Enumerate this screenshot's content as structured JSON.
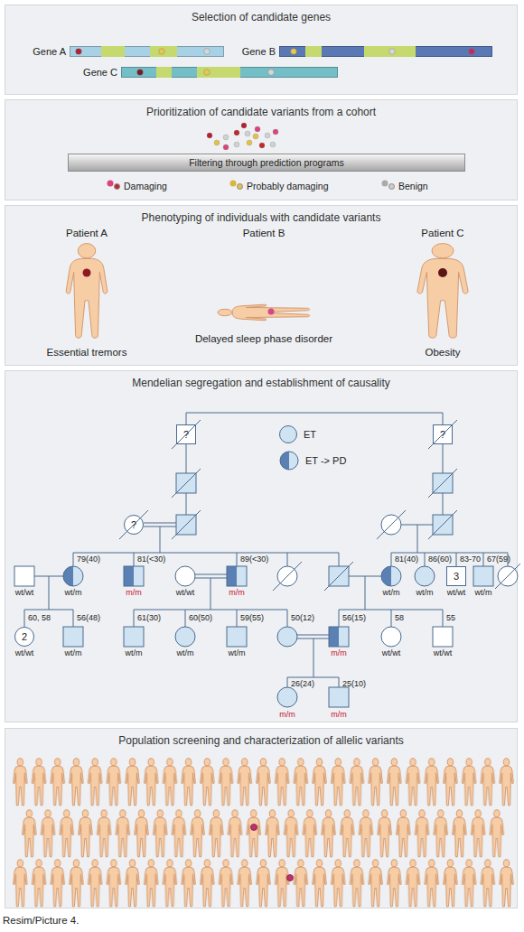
{
  "diagram": {
    "caption": "Resim/Picture 4.",
    "nodes": [
      {
        "text": [
          "Selection of candidate genes"
        ]
      },
      {
        "text": [
          "Gene A"
        ],
        "in": 0
      },
      {
        "text": [
          "Gene B"
        ],
        "in": 0
      },
      {
        "text": [
          "Gene C"
        ],
        "in": 0
      },
      {
        "text": [
          "Prioritization of candidate variants from a cohort"
        ]
      },
      {
        "text": [
          "Filtering through prediction programs"
        ],
        "in": 4
      },
      {
        "text": [
          "Phenotyping of individuals with candidate variants"
        ]
      },
      {
        "text": [
          "Mendelian segregation and establishment of causality"
        ]
      },
      {
        "text": [
          "?"
        ],
        "in": 7
      },
      {
        "text": [
          "?"
        ],
        "in": 7
      },
      {
        "text": [
          "?"
        ],
        "in": 7
      },
      {
        "text": [
          "3"
        ],
        "in": 7
      },
      {
        "text": [
          "2"
        ],
        "in": 7
      },
      {
        "text": [
          "Population screening and characterization of allelic variants"
        ]
      }
    ],
    "edges": [
      {
        "from": 8,
        "to": 9,
        "arrow": "none"
      }
    ],
    "labels": [
      "Patient A",
      "Patient B",
      "Patient C",
      "Essential tremors",
      "Delayed sleep phase disorder",
      "Obesity",
      "79(40)",
      "81(<30)",
      "89(<30)",
      "81(40)",
      "86(60)",
      "83-70",
      "67(59)",
      "wt/wt",
      "wt/m",
      "m/m",
      "wt/wt",
      "m/m",
      "wt/m",
      "wt/m",
      "wt/wt",
      "wt/m",
      "60, 58",
      "56(48)",
      "61(30)",
      "60(50)",
      "59(55)",
      "50(12)",
      "56(15)",
      "58",
      "55",
      "wt/wt",
      "wt/m",
      "wt/m",
      "wt/m",
      "wt/m",
      "m/m",
      "wt/wt",
      "wt/wt",
      "26(24)",
      "25(10)",
      "m/m",
      "m/m"
    ],
    "legend": [
      {
        "text": "Damaging",
        "color": "#c1272d"
      },
      {
        "text": "Probably damaging",
        "color": "#e3c04a"
      },
      {
        "text": "Benign",
        "color": "#cccccc"
      },
      {
        "text": "ET",
        "color": "#cfe3f2"
      },
      {
        "text": "ET -> PD"
      }
    ]
  }
}
